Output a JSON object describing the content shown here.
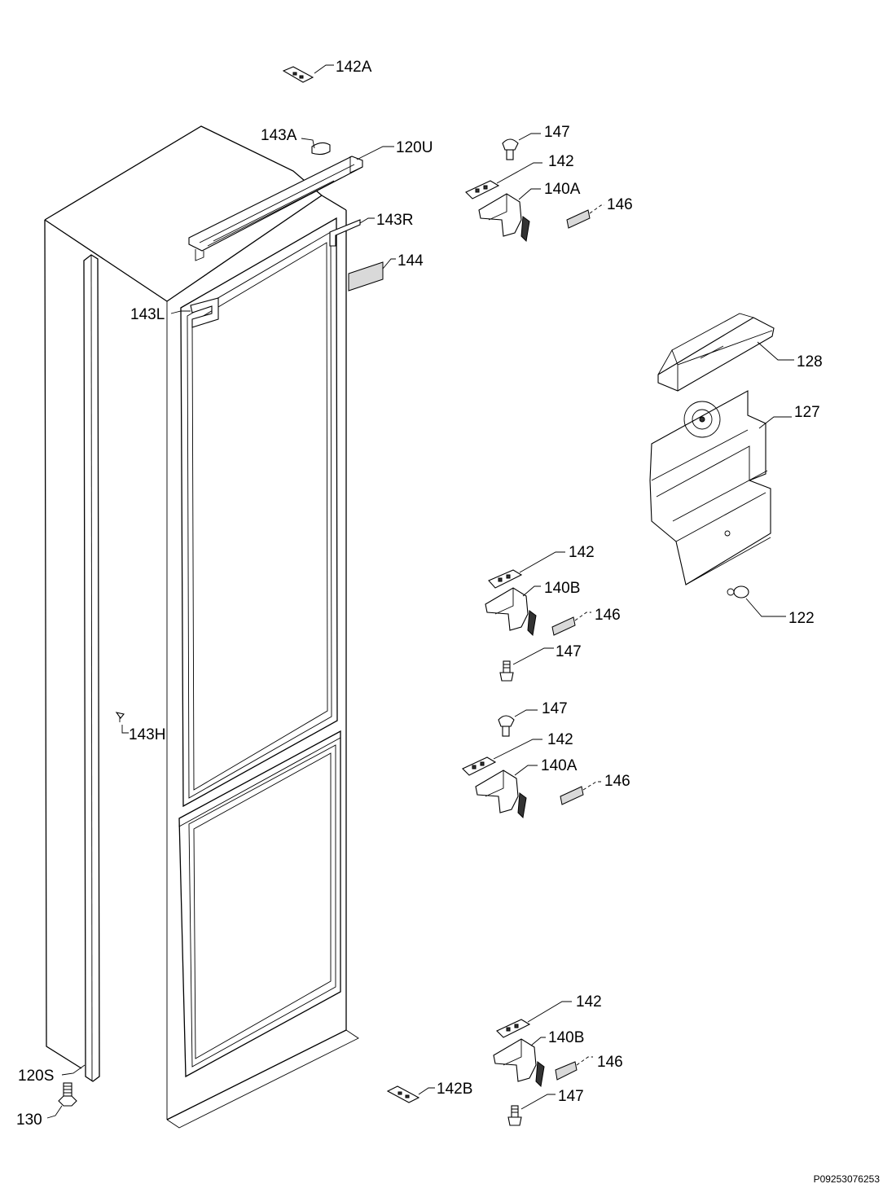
{
  "labels": {
    "l142A": "142A",
    "l143A": "143A",
    "l120U": "120U",
    "l143R": "143R",
    "l144": "144",
    "l143L": "143L",
    "l143H": "143H",
    "l120S": "120S",
    "l130": "130",
    "l142B": "142B",
    "l128": "128",
    "l127": "127",
    "l122": "122",
    "g1_147": "147",
    "g1_142": "142",
    "g1_140": "140A",
    "g1_146": "146",
    "g2_142": "142",
    "g2_140": "140B",
    "g2_146": "146",
    "g2_147": "147",
    "g3_147": "147",
    "g3_142": "142",
    "g3_140": "140A",
    "g3_146": "146",
    "g4_142": "142",
    "g4_140": "140B",
    "g4_146": "146",
    "g4_147": "147"
  },
  "reference_code": "P09253076253"
}
